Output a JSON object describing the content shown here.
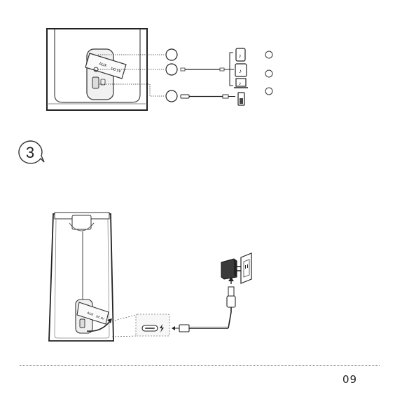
{
  "step": {
    "number": "3"
  },
  "speaker_labels": {
    "aux": "AUX",
    "dc_5v": "DC 5V"
  },
  "page": {
    "number": "09"
  },
  "icons": {
    "top": [
      "speaker-back-icon",
      "aux-cable-icon",
      "phone-icon",
      "tablet-icon",
      "laptop-icon",
      "usb-cable-icon",
      "power-bank-icon"
    ],
    "bottom": [
      "speaker-front-icon",
      "usb-c-port-icon",
      "charge-bolt-icon",
      "usb-cable-icon",
      "power-adapter-icon",
      "wall-outlet-icon"
    ]
  }
}
